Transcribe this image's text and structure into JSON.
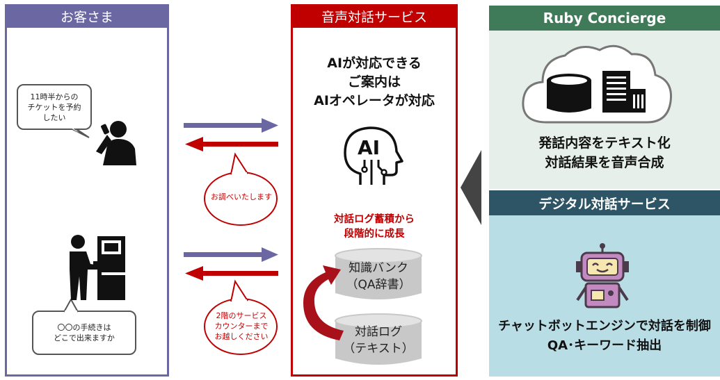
{
  "customer": {
    "title": "お客さま",
    "bubble1": [
      "11時半からの",
      "チケットを予約",
      "したい"
    ],
    "bubble2": [
      "〇〇の手続きは",
      "どこで出来ますか"
    ]
  },
  "replies": {
    "reply1": "お調べいたします",
    "reply2": [
      "2階のサービス",
      "カウンターまで",
      "お越しください"
    ]
  },
  "voice_service": {
    "title": "音声対話サービス",
    "ai_lines": [
      "AIが対応できる",
      "ご案内は",
      "AIオペレータが対応"
    ],
    "ai_icon_text": "AI",
    "growth": [
      "対話ログ蓄積から",
      "段階的に成長"
    ],
    "knowledge": [
      "知識バンク",
      "（QA辞書）"
    ],
    "dialog_log": [
      "対話ログ",
      "（テキスト）"
    ]
  },
  "ruby": {
    "title": "Ruby Concierge",
    "lines": [
      "発話内容をテキスト化",
      "対話結果を音声合成"
    ]
  },
  "digital": {
    "title": "デジタル対話サービス",
    "lines": [
      "チャットボットエンジンで対話を制御",
      "QA･キーワード抽出"
    ]
  },
  "colors": {
    "customer": "#6a67a3",
    "voice": "#c00000",
    "ruby": "#3f7b58",
    "digital": "#2d5566",
    "database": "#c8c8c8"
  }
}
